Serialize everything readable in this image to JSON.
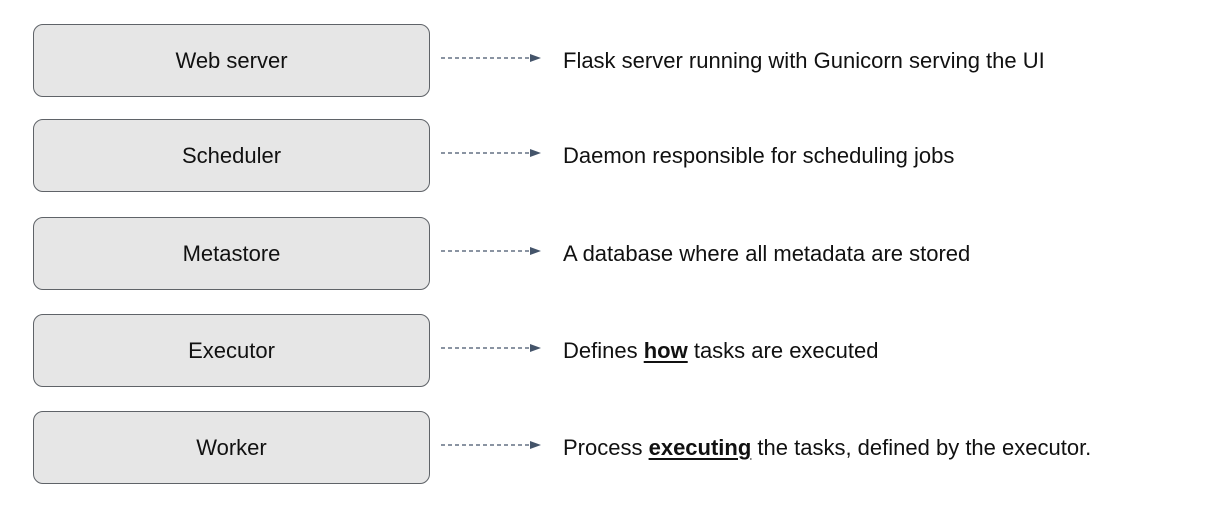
{
  "colors": {
    "box_fill": "#e6e6e6",
    "box_border": "#5f6368",
    "arrow": "#44546a",
    "text": "#111111"
  },
  "rows": [
    {
      "component": "Web server",
      "description": {
        "before": "Flask server running with Gunicorn serving the UI",
        "emphasis": "",
        "after": ""
      }
    },
    {
      "component": "Scheduler",
      "description": {
        "before": "Daemon responsible for scheduling jobs",
        "emphasis": "",
        "after": ""
      }
    },
    {
      "component": "Metastore",
      "description": {
        "before": "A database where all metadata are stored",
        "emphasis": "",
        "after": ""
      }
    },
    {
      "component": "Executor",
      "description": {
        "before": "Defines ",
        "emphasis": "how",
        "after": " tasks are executed"
      }
    },
    {
      "component": "Worker",
      "description": {
        "before": "Process ",
        "emphasis": "executing",
        "after": " the tasks, defined by the executor."
      }
    }
  ]
}
